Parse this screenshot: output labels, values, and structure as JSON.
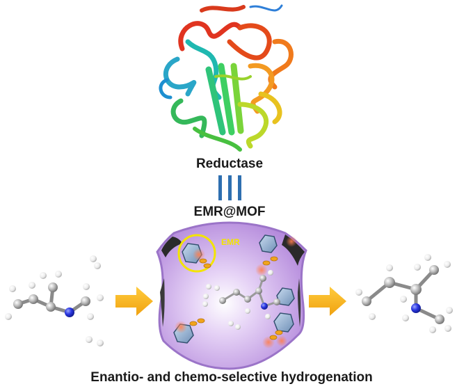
{
  "labels": {
    "enzyme": "Reductase",
    "composite": "EMR@MOF",
    "inset": "EMR",
    "caption": "Enantio- and chemo-selective hydrogenation"
  },
  "colors": {
    "pore_fill": "#c79ee8",
    "pore_edge": "#a67fd0",
    "arrow": "#f6b21c",
    "equal_sign": "#2e6fb0",
    "inset_circle": "#f3e400",
    "hexagon": "#9db8d6",
    "enzyme_glow": "#ff6a3d",
    "nitrogen": "#2630d6",
    "carbon": "#9e9e9e",
    "hydrogen": "#e8e8e8"
  },
  "icons": [
    "protein-ribbon-icon",
    "triple-bar-icon",
    "mof-pore-icon",
    "reaction-arrow-icon",
    "molecule-icon",
    "hexagon-linker-icon"
  ]
}
